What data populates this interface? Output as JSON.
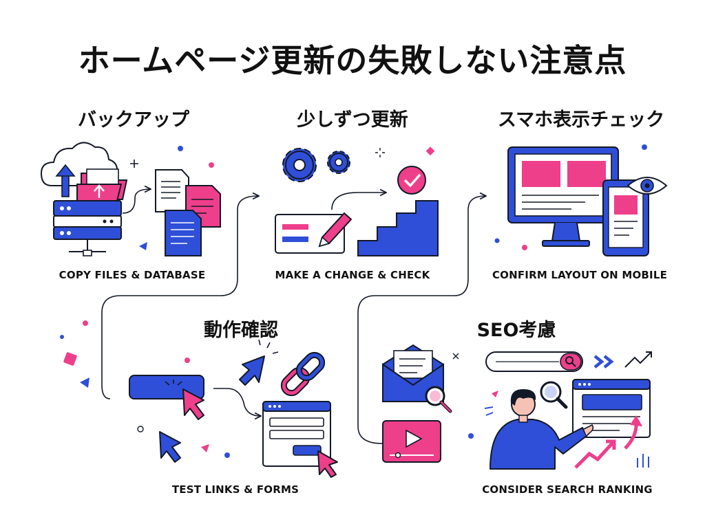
{
  "page": {
    "title": "ホームページ更新の失敗しない注意点"
  },
  "steps": [
    {
      "heading": "バックアップ",
      "caption": "COPY FILES & DATABASE"
    },
    {
      "heading": "少しずつ更新",
      "caption": "MAKE A CHANGE & CHECK"
    },
    {
      "heading": "スマホ表示チェック",
      "caption": "CONFIRM LAYOUT ON MOBILE"
    },
    {
      "heading": "動作確認",
      "caption": "TEST LINKS & FORMS"
    },
    {
      "heading": "SEO考慮",
      "caption": "CONSIDER SEARCH RANKING"
    }
  ],
  "colors": {
    "blue": "#2f4fd8",
    "pink": "#ee3f8a",
    "ink": "#121826",
    "paper": "#ffffff"
  },
  "icons": [
    "cloud-upload-icon",
    "server-icon",
    "folder-icon",
    "document-icon",
    "gear-icon",
    "pencil-icon",
    "checkmark-icon",
    "stairs-icon",
    "monitor-icon",
    "smartphone-icon",
    "eye-icon",
    "button-icon",
    "cursor-icon",
    "chain-link-icon",
    "browser-window-icon",
    "search-bar-icon",
    "chevrons-icon",
    "trend-up-icon",
    "magnifier-icon",
    "person-icon",
    "envelope-icon",
    "video-player-icon"
  ]
}
